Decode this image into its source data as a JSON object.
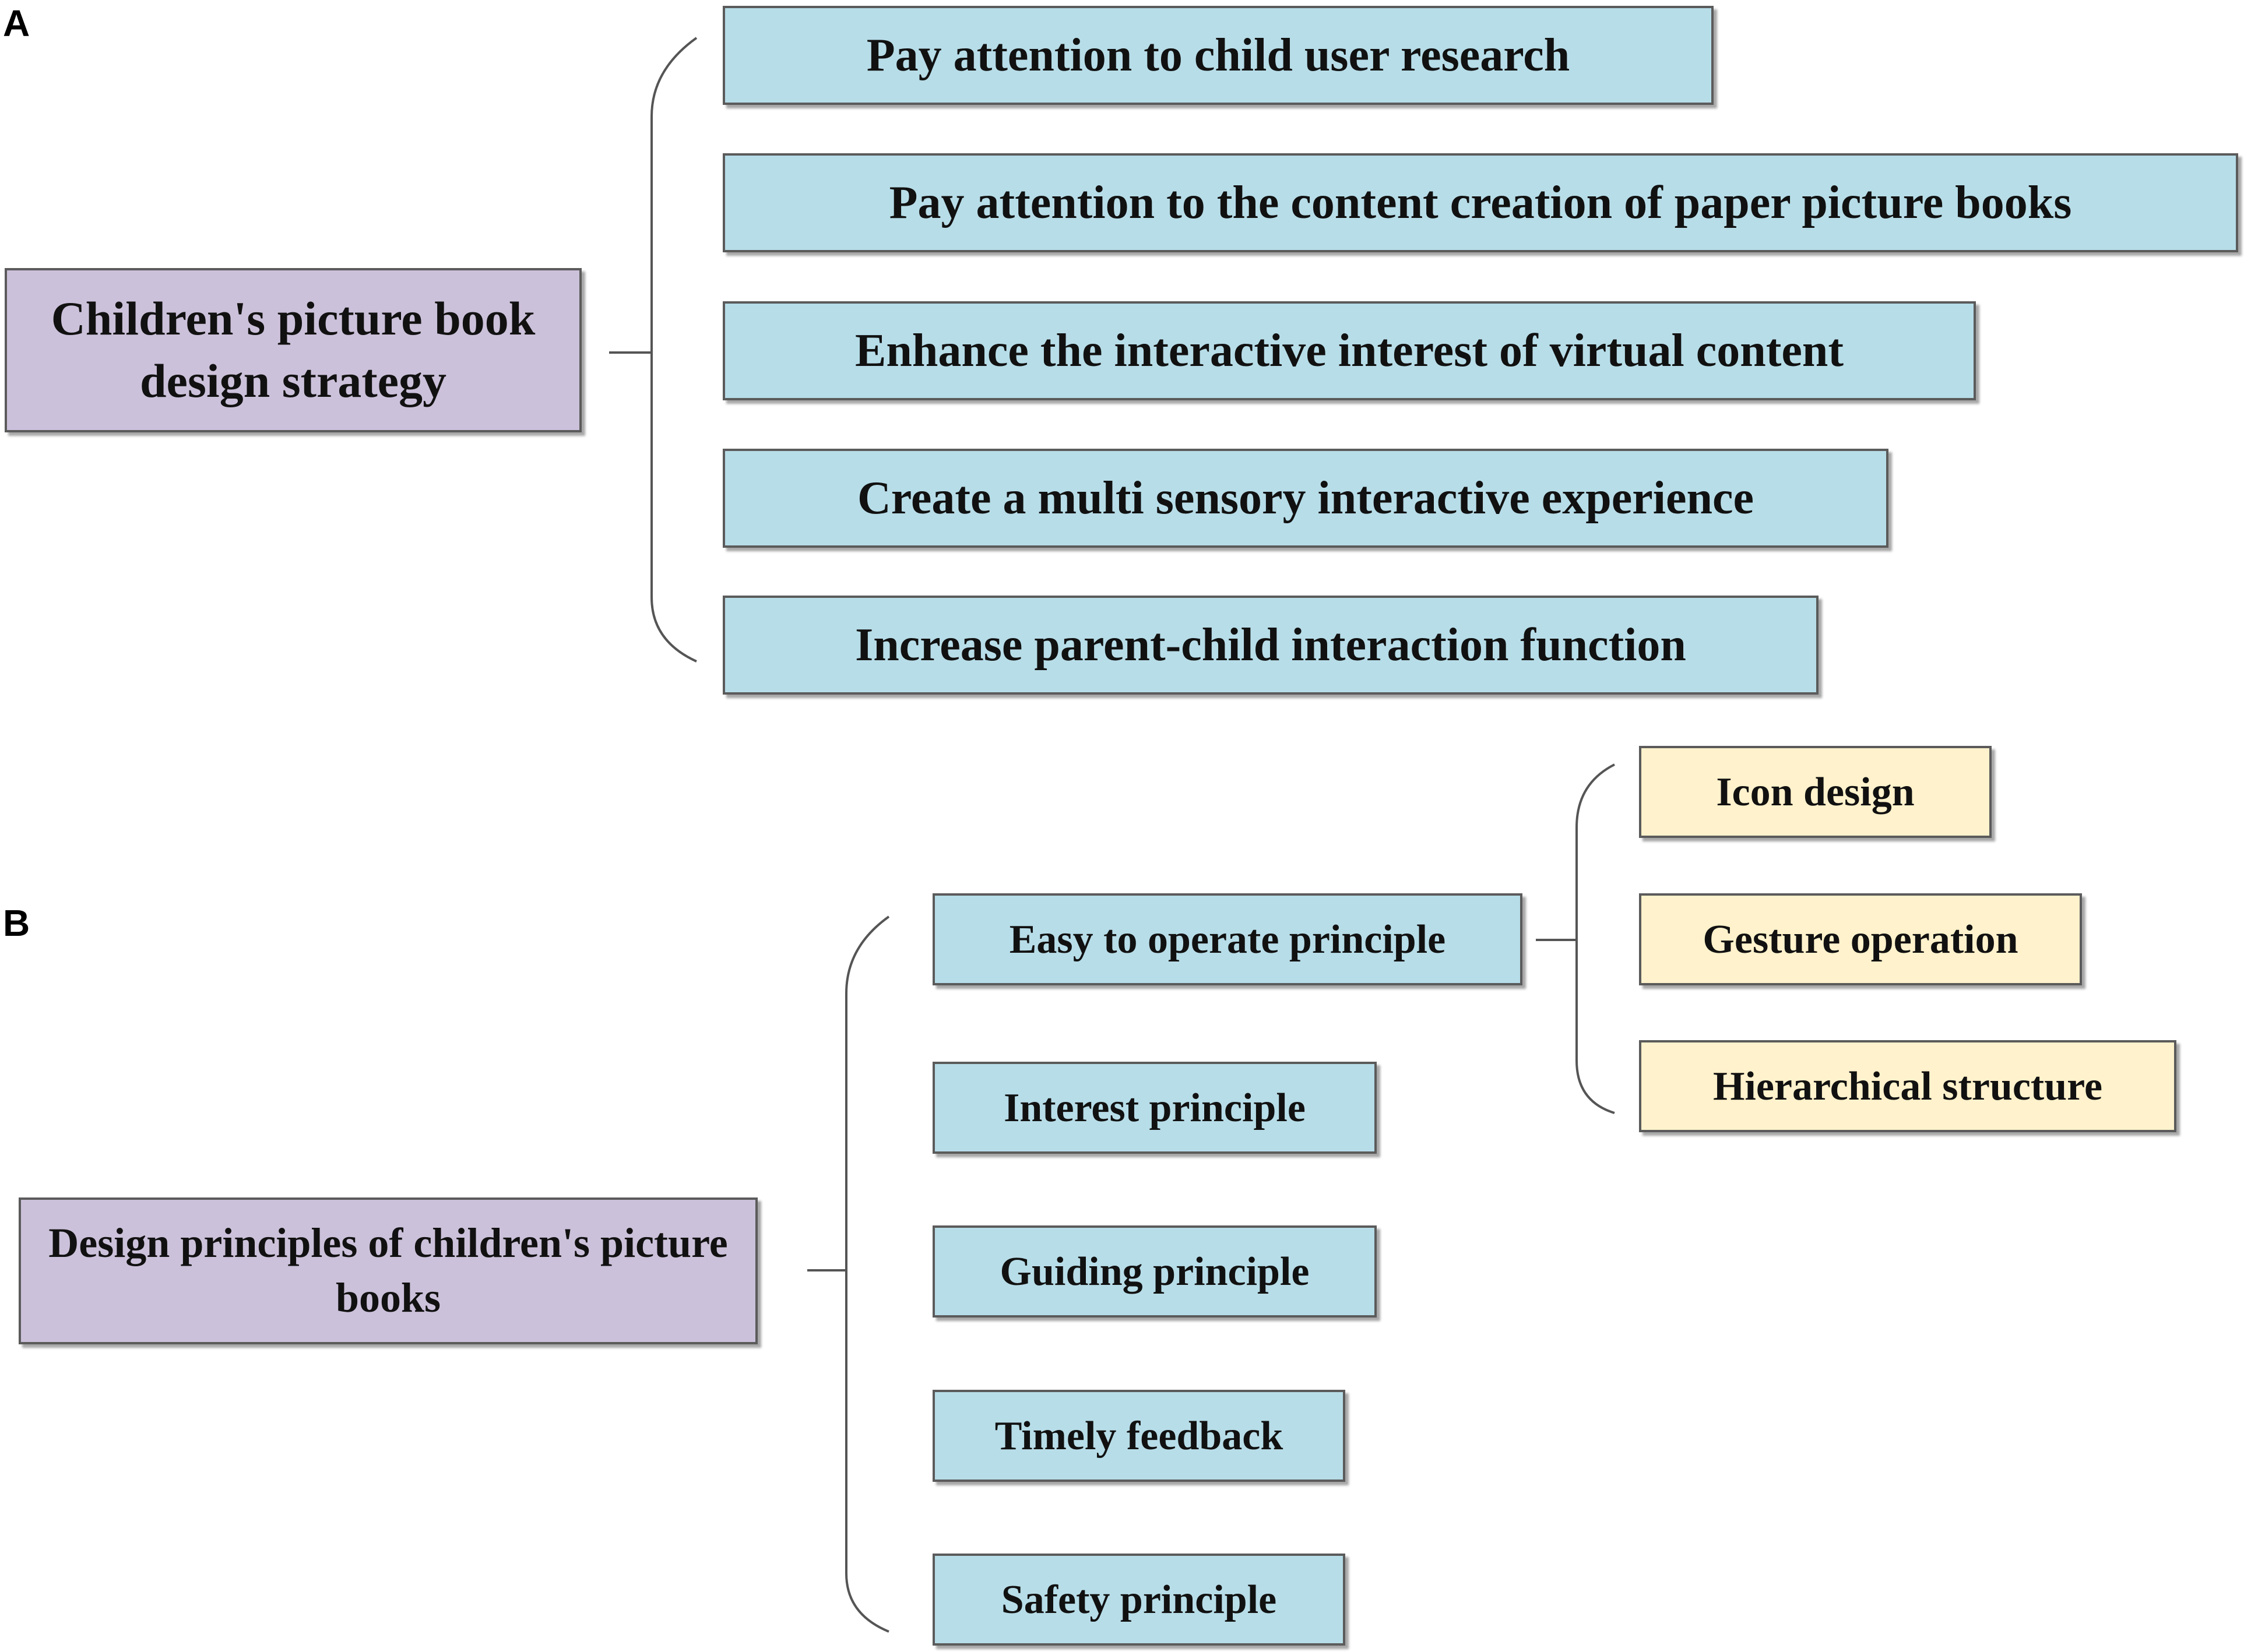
{
  "panel_a": {
    "label": "A",
    "root": "Children's picture book design strategy",
    "items": [
      "Pay attention to child user research",
      "Pay attention to the content creation of paper picture books",
      "Enhance the interactive interest of virtual content",
      "Create a multi sensory interactive experience",
      "Increase parent-child interaction function"
    ]
  },
  "panel_b": {
    "label": "B",
    "root": "Design principles of children's picture books",
    "items": [
      "Easy to operate principle",
      "Interest principle",
      "Guiding principle",
      "Timely feedback",
      "Safety principle"
    ],
    "sub_items": [
      "Icon design",
      "Gesture operation",
      "Hierarchical structure"
    ]
  },
  "colors": {
    "root_fill": "#ccc1da",
    "branch_fill": "#b7dde8",
    "sub_fill": "#fff2cc",
    "border": "#5b5b5b"
  }
}
